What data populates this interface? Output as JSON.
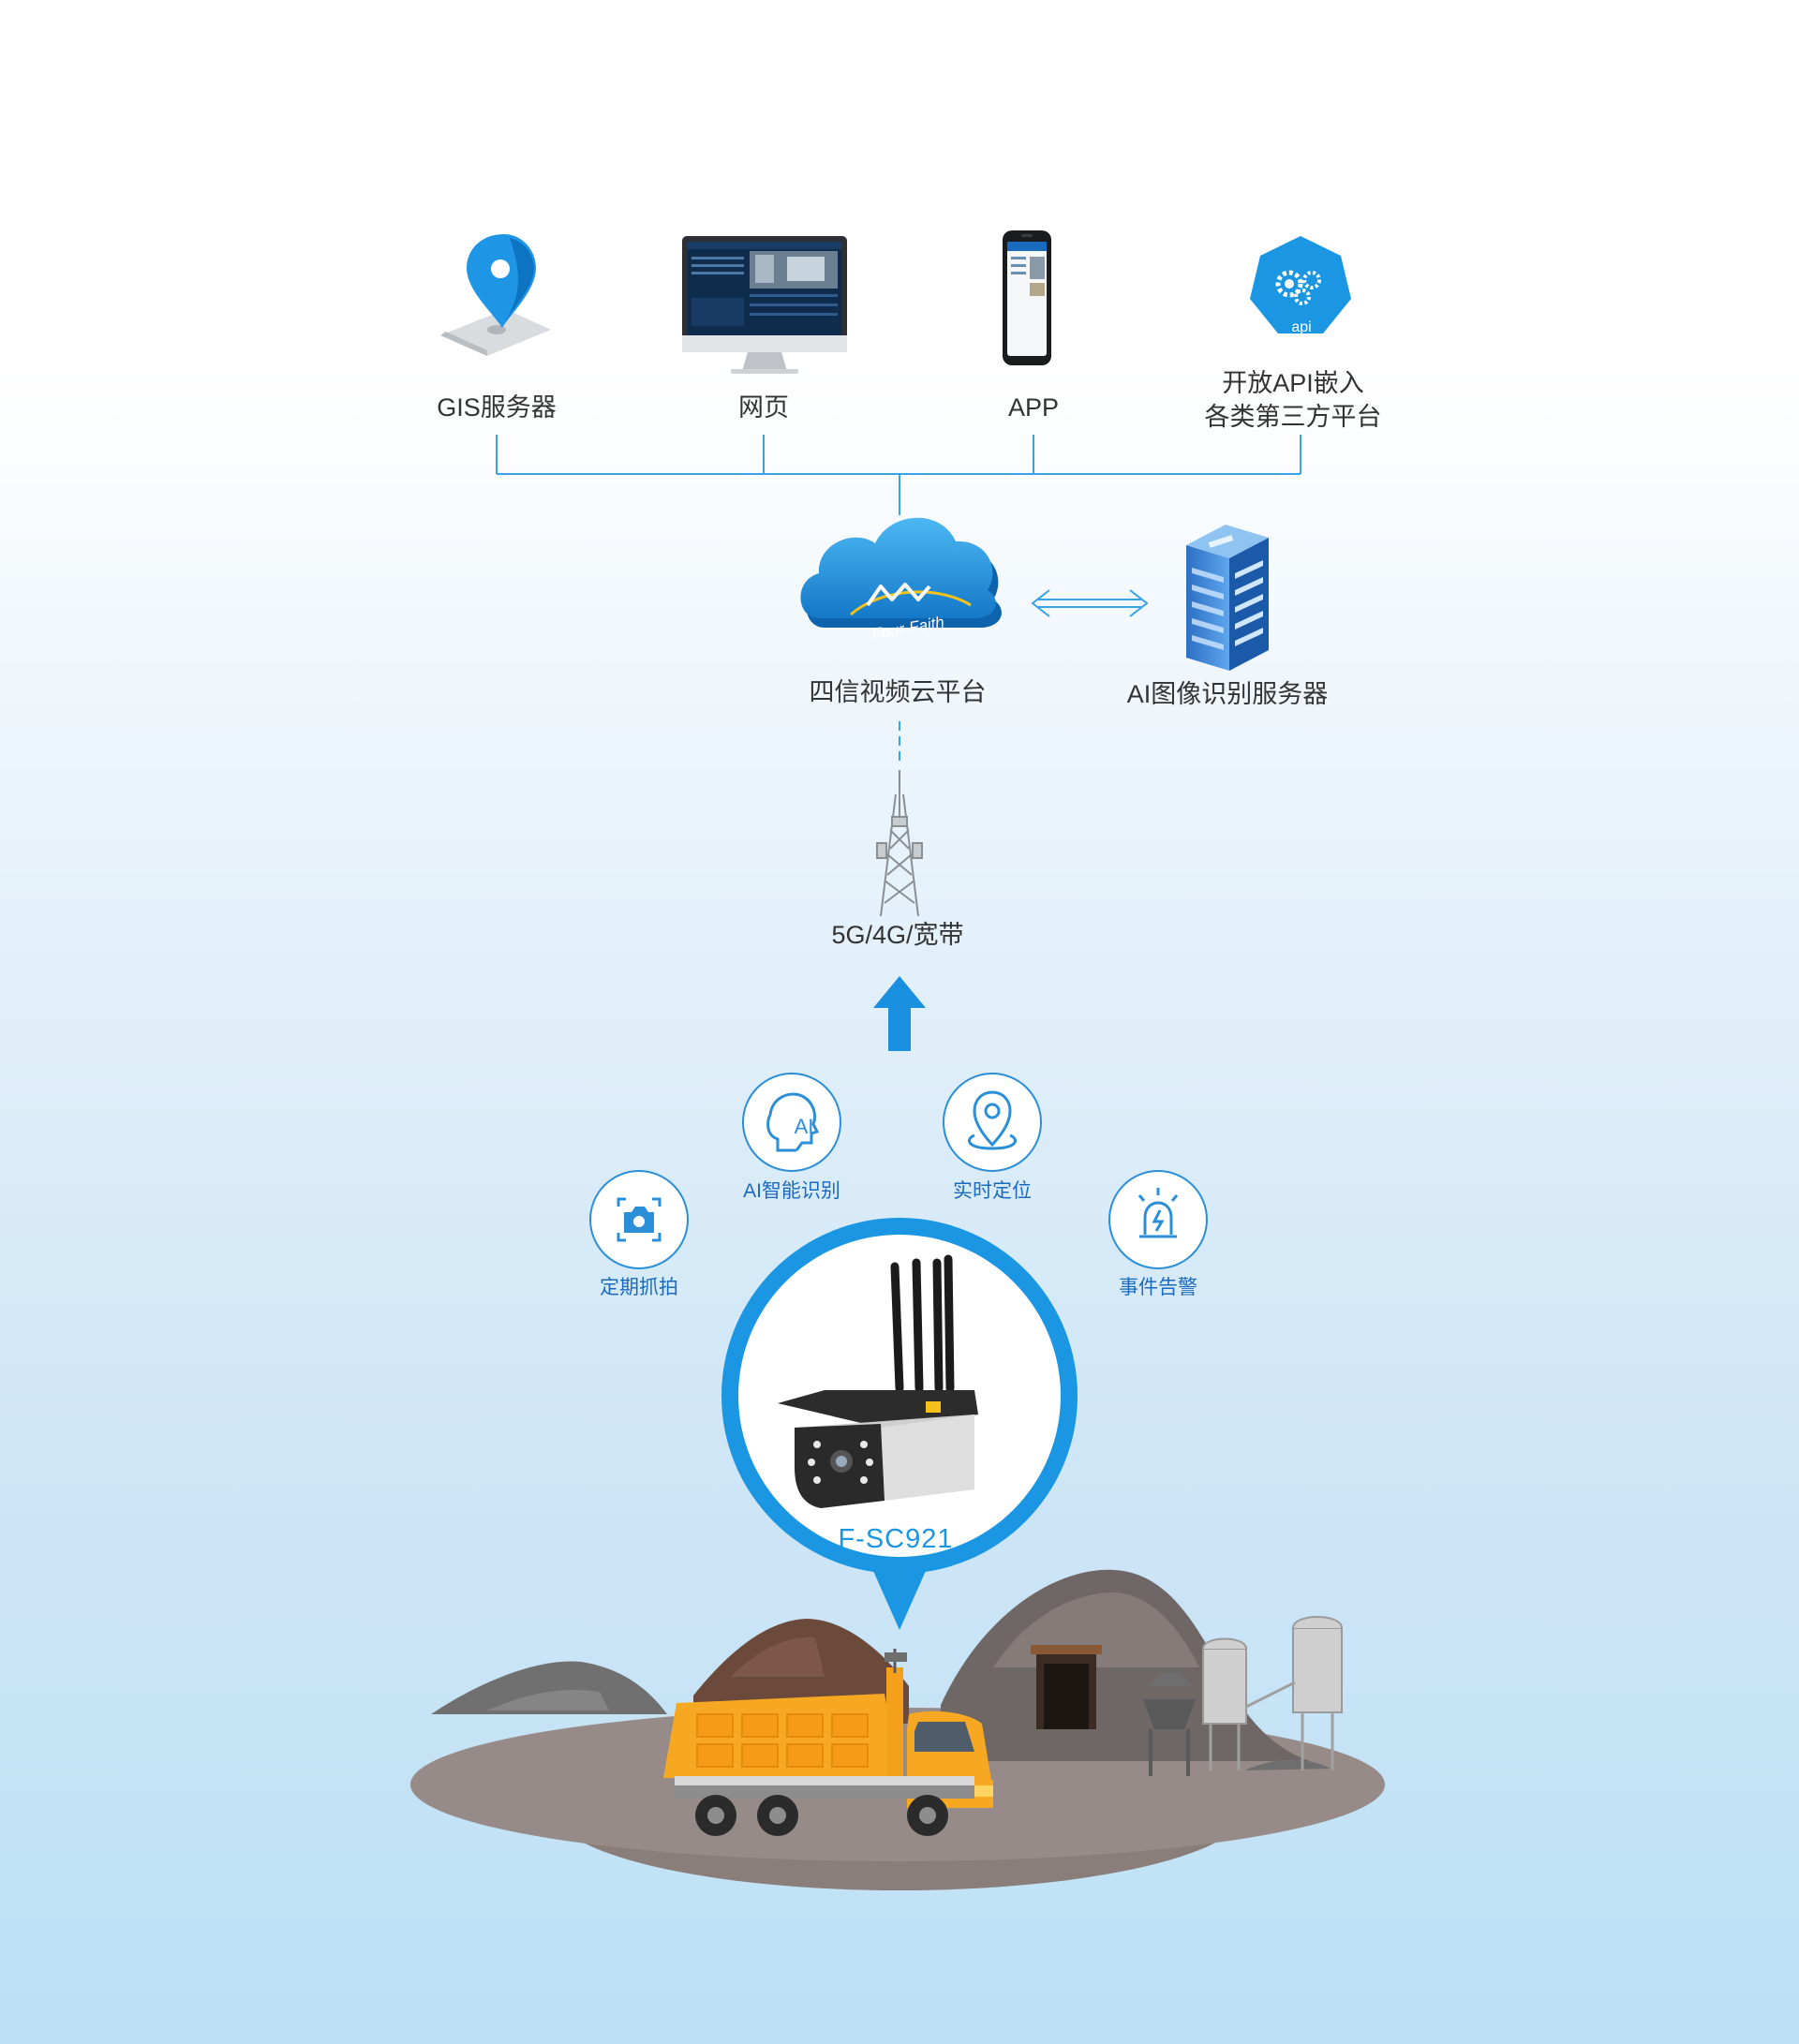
{
  "colors": {
    "accent": "#1a9be0",
    "line": "#3aa3e8",
    "feature": "#1a6bbf",
    "text": "#333333",
    "truck": "#f7a823"
  },
  "clients": [
    {
      "icon": "map-pin-icon",
      "label": "GIS服务器"
    },
    {
      "icon": "monitor-icon",
      "label": "网页"
    },
    {
      "icon": "phone-icon",
      "label": "APP"
    },
    {
      "icon": "api-gear-icon",
      "label": "开放API嵌入",
      "label2": "各类第三方平台",
      "badge": "api"
    }
  ],
  "cloud": {
    "label": "四信视频云平台",
    "brand": "Four-Faith"
  },
  "ai_server": {
    "label": "AI图像识别服务器"
  },
  "network": {
    "label": "5G/4G/宽带"
  },
  "features": [
    {
      "icon": "camera-icon",
      "label": "定期抓拍"
    },
    {
      "icon": "ai-head-icon",
      "label": "AI智能识别",
      "badge": "AI"
    },
    {
      "icon": "location-icon",
      "label": "实时定位"
    },
    {
      "icon": "alarm-icon",
      "label": "事件告警"
    }
  ],
  "device": {
    "model": "F-SC921"
  }
}
